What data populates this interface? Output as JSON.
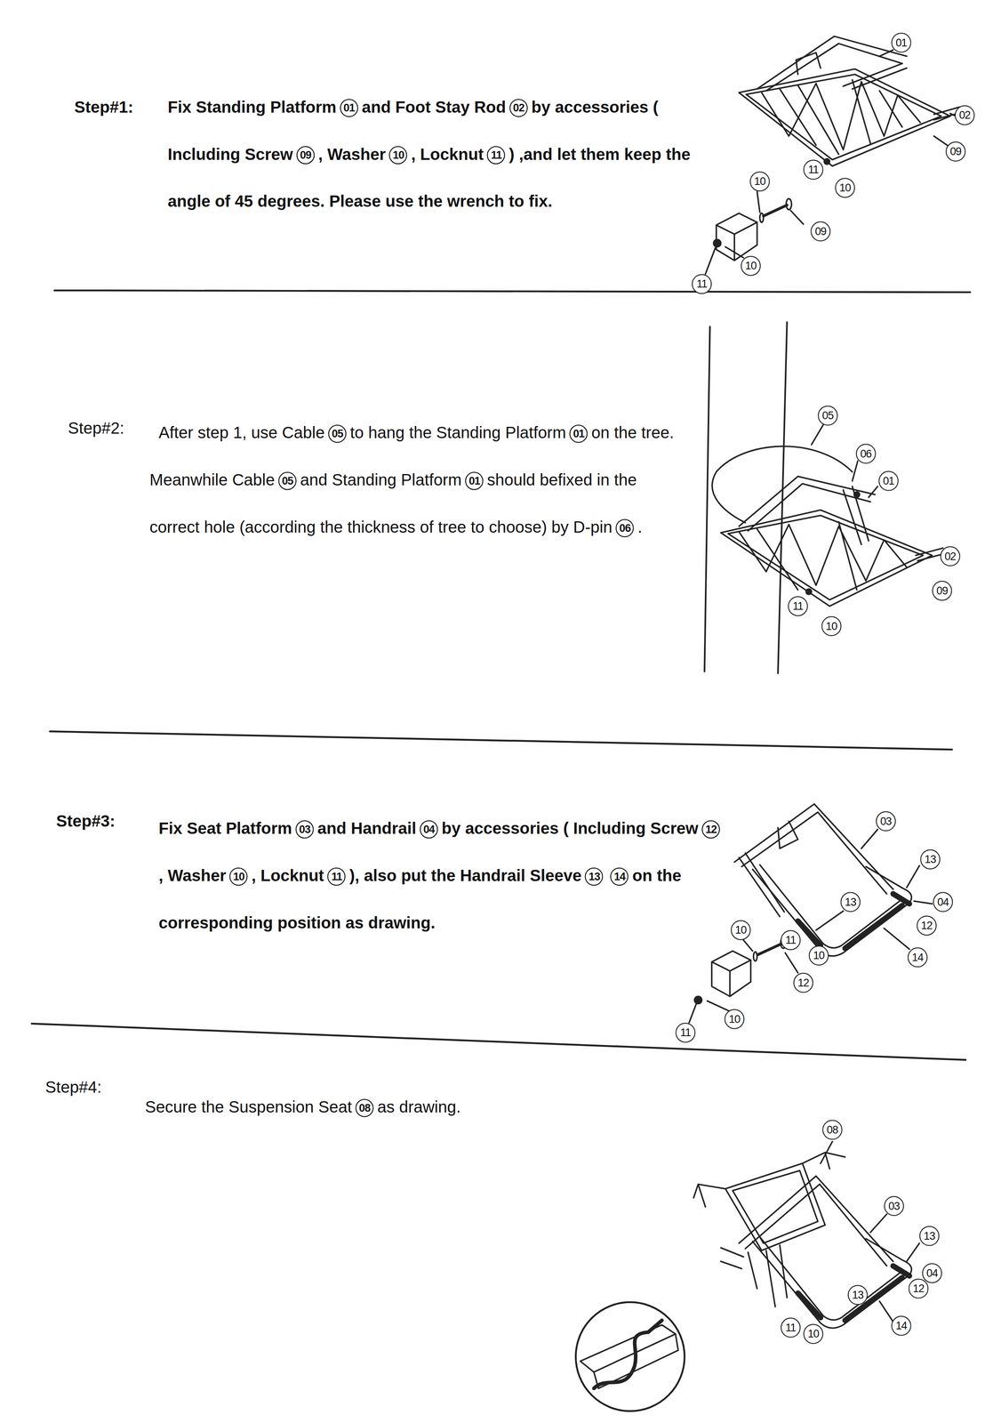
{
  "diagram": {
    "labels": [
      "Step#1:",
      "Fix Standing Platform",
      "01",
      "and Foot Stay Rod",
      "02",
      "by accessories ( Including Screw",
      "09",
      ", Washer",
      "10",
      ", Locknut",
      "11",
      ") ,and let them keep the angle of 45 degrees. Please use the wrench to fix.",
      "01",
      "02",
      "09",
      "11",
      "10",
      "10",
      "09",
      "10",
      "11",
      "Step#2:",
      "After step 1, use Cable",
      "05",
      "to hang the Standing Platform",
      "01",
      "on the tree. Meanwhile Cable",
      "05",
      "and Standing Platform",
      "01",
      "should befixed in the correct hole (according the thickness of tree to choose) by D-pin",
      "06",
      ".",
      "05",
      "06",
      "01",
      "02",
      "09",
      "11",
      "10",
      "Step#3:",
      "Fix Seat Platform",
      "03",
      "and Handrail",
      "04",
      "by accessories ( Including Screw",
      "12",
      ", Washer",
      "10",
      ", Locknut",
      "11",
      "), also put the Handrail Sleeve",
      "13",
      "14",
      "on the corresponding position as drawing.",
      "03",
      "13",
      "04",
      "12",
      "13",
      "14",
      "11",
      "10",
      "10",
      "12",
      "10",
      "11",
      "Step#4:",
      "Secure the Suspension Seat",
      "08",
      "as drawing.",
      "08",
      "03",
      "13",
      "04",
      "12",
      "13",
      "14",
      "11",
      "10"
    ]
  }
}
